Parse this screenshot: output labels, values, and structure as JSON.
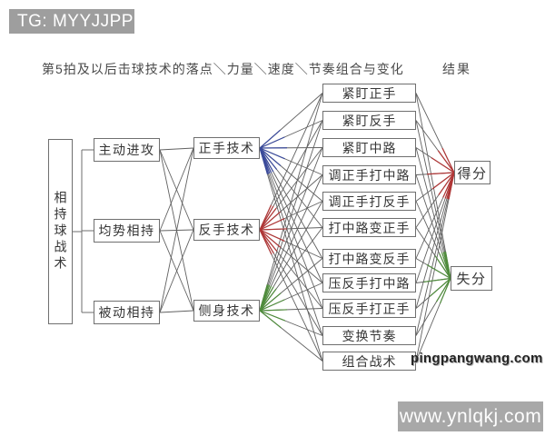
{
  "badge": {
    "text": "TG: MYYJJPP"
  },
  "header": {
    "title": "第5拍及以后击球技术的落点＼力量＼速度＼节奏组合与变化",
    "result_label": "结果"
  },
  "graph": {
    "root": "相持球战术",
    "stages": [
      "主动进攻",
      "均势相持",
      "被动相持"
    ],
    "techniques": [
      "正手技术",
      "反手技术",
      "侧身技术"
    ],
    "technique_colors": [
      "#3a4a9b",
      "#b03636",
      "#4f8c3c"
    ],
    "tactics": [
      "紧盯正手",
      "紧盯反手",
      "紧盯中路",
      "调正手打中路",
      "调正手打反手",
      "打中路变正手",
      "打中路变反手",
      "压反手打中路",
      "压反手打正手",
      "变换节奏",
      "组合战术"
    ],
    "results": [
      "得分",
      "失分"
    ],
    "result_colors": [
      "#b03636",
      "#4f8c3c"
    ],
    "line_color": "#616161",
    "bracket_color": "#6e6e6e",
    "connections": {
      "root_to_stages": "all",
      "stages_to_techniques": "all-pairs",
      "techniques_to_tactics": "all-pairs",
      "tactics_to_results": "all-pairs"
    }
  },
  "watermarks": {
    "site": "pingpangwang.com",
    "footer_url": "www.ynlqkj.com"
  }
}
